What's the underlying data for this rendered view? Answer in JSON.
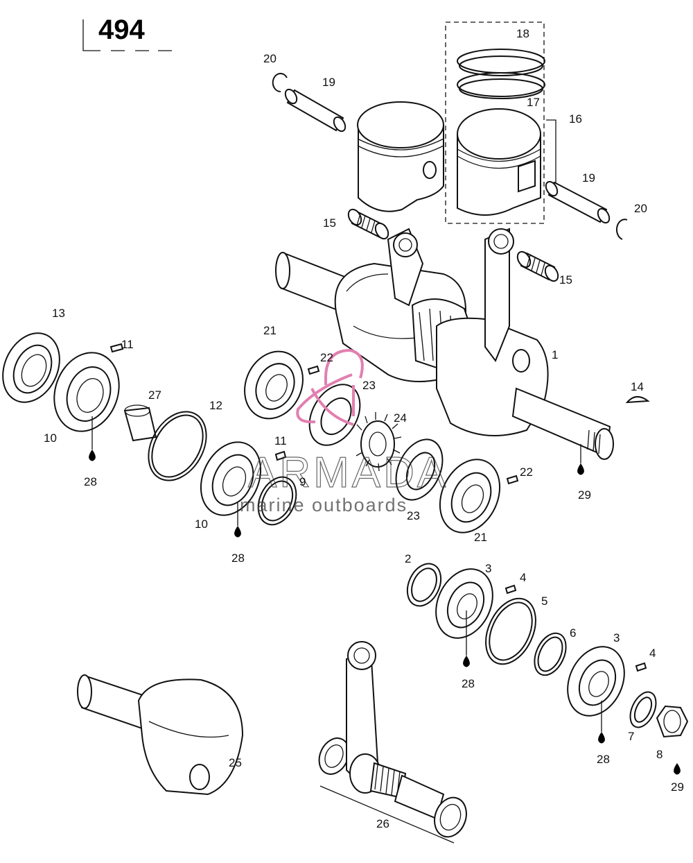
{
  "diagram": {
    "page_number": "494",
    "watermark": {
      "brand": "ARMADA",
      "tagline": "marine outboards",
      "color": "#e27fb0"
    },
    "callouts": {
      "c1": "1",
      "c2": "2",
      "c3a": "3",
      "c3b": "3",
      "c4a": "4",
      "c4b": "4",
      "c5": "5",
      "c6": "6",
      "c7": "7",
      "c8": "8",
      "c9": "9",
      "c10a": "10",
      "c10b": "10",
      "c11a": "11",
      "c11b": "11",
      "c12": "12",
      "c13": "13",
      "c14": "14",
      "c15a": "15",
      "c15b": "15",
      "c16": "16",
      "c17": "17",
      "c18": "18",
      "c19a": "19",
      "c19b": "19",
      "c20a": "20",
      "c20b": "20",
      "c21a": "21",
      "c21b": "21",
      "c22a": "22",
      "c22b": "22",
      "c23a": "23",
      "c23b": "23",
      "c24": "24",
      "c25": "25",
      "c26": "26",
      "c27": "27",
      "c28a": "28",
      "c28b": "28",
      "c28c": "28",
      "c28d": "28",
      "c29a": "29",
      "c29b": "29"
    }
  }
}
